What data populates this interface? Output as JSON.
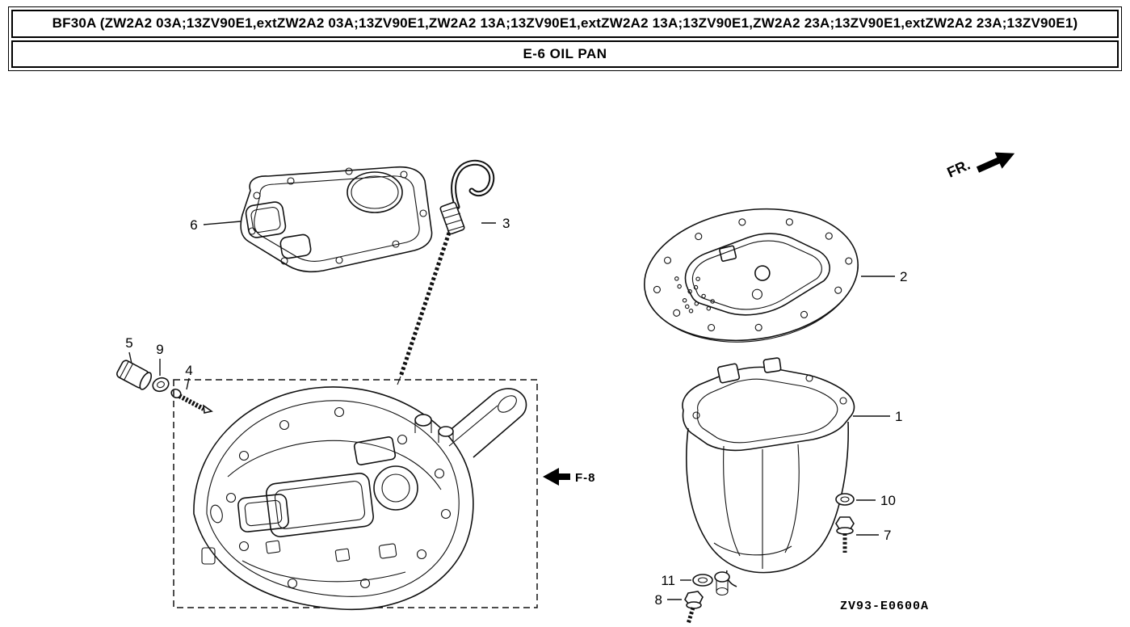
{
  "header": {
    "model_line": "BF30A (ZW2A2 03A;13ZV90E1,extZW2A2 03A;13ZV90E1,ZW2A2 13A;13ZV90E1,extZW2A2 13A;13ZV90E1,ZW2A2 23A;13ZV90E1,extZW2A2 23A;13ZV90E1)",
    "section_title": "E-6 OIL PAN"
  },
  "diagram": {
    "direction_label": "FR.",
    "reference_label": "F-8",
    "drawing_code": "ZV93-E0600A",
    "callouts": [
      "1",
      "2",
      "3",
      "4",
      "5",
      "6",
      "7",
      "8",
      "9",
      "10",
      "11"
    ]
  }
}
